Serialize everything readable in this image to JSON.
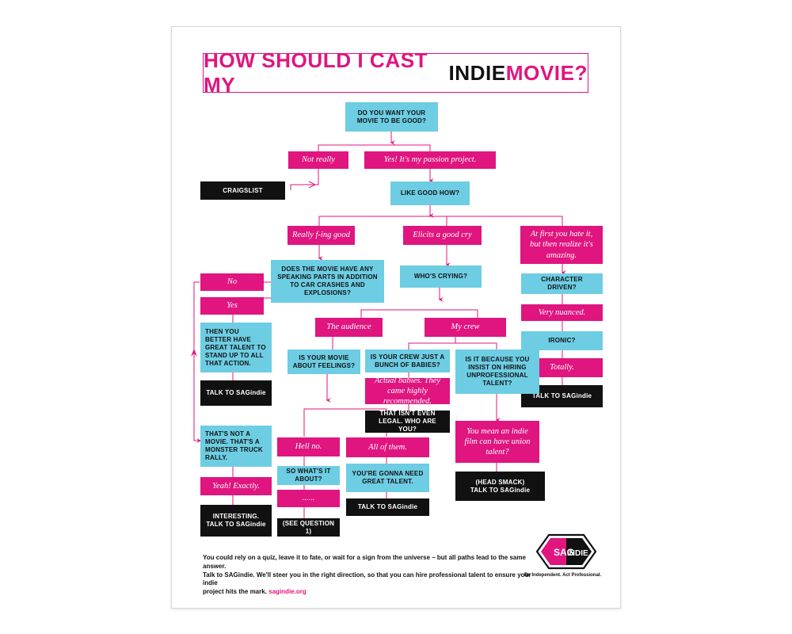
{
  "title": {
    "part1": "HOW SHOULD I CAST MY ",
    "part2": "INDIE",
    "part3": " MOVIE?"
  },
  "nodes": {
    "q_want_good": "DO YOU WANT YOUR MOVIE TO BE GOOD?",
    "a_not_really": "Not really",
    "a_yes_passion": "Yes! It's my passion project.",
    "r_craigslist": "CRAIGSLIST",
    "q_like_good_how": "LIKE GOOD HOW?",
    "a_really_good": "Really f-ing good",
    "a_elicits_cry": "Elicits a good cry",
    "a_hate_then_amazing": "At first you hate it, but then realize it's amazing.",
    "q_speaking_parts": "DOES THE MOVIE HAVE ANY SPEAKING PARTS IN ADDITION TO CAR CRASHES AND EXPLOSIONS?",
    "a_no": "No",
    "a_yes": "Yes",
    "q_whos_crying": "WHO'S CRYING?",
    "q_character_driven": "CHARACTER DRIVEN?",
    "a_very_nuanced": "Very nuanced.",
    "q_ironic": "IRONIC?",
    "a_totally": "Totally.",
    "r_talk_right": "TALK TO SAGindie",
    "q_great_talent": "THEN YOU BETTER HAVE GREAT TALENT TO STAND UP TO ALL THAT ACTION.",
    "r_talk_left": "TALK TO SAGindie",
    "a_the_audience": "The audience",
    "a_my_crew": "My crew",
    "q_about_feelings": "IS YOUR MOVIE ABOUT FEELINGS?",
    "q_bunch_babies": "IS YOUR CREW JUST A BUNCH OF BABIES?",
    "q_unprofessional": "IS IT BECAUSE YOU INSIST ON HIRING UNPROFESSIONAL TALENT?",
    "a_actual_babies": "Actual babies. They came highly recommended.",
    "r_not_legal": "THAT ISN'T EVEN LEGAL. WHO ARE YOU?",
    "a_union_talent": "You mean an indie film can have union talent?",
    "r_head_smack": "(HEAD SMACK)",
    "r_head_smack_2": "TALK TO SAGindie",
    "q_monster_truck": "THAT'S NOT A MOVIE. THAT'S A MONSTER TRUCK RALLY.",
    "a_yeah_exactly": "Yeah! Exactly.",
    "r_interesting": "INTERESTING.",
    "r_interesting_2": "TALK TO SAGindie",
    "a_hell_no": "Hell no.",
    "a_all_of_them": "All of them.",
    "q_whats_it_about": "SO WHAT'S IT ABOUT?",
    "a_dots": "......",
    "r_see_q1": "(SEE QUESTION 1)",
    "q_need_great_talent": "YOU'RE GONNA NEED GREAT TALENT.",
    "r_talk_mid": "TALK TO SAGindie"
  },
  "footer": {
    "line1": "You could rely on a quiz, leave it to fate, or wait for a sign from the universe – but all paths lead to the same answer.",
    "line2": "Talk to SAGindie. We'll steer you in the right direction, so that you can hire professional talent to ensure your indie",
    "line3": "project hits the mark.",
    "link": "sagindie.org"
  },
  "logo": {
    "left": "SAG",
    "right": "INDIE"
  },
  "tagline": "Be Independent. Act Professional.",
  "colors": {
    "pink": "#e0157f",
    "cyan": "#6dcde3",
    "black": "#111111"
  }
}
